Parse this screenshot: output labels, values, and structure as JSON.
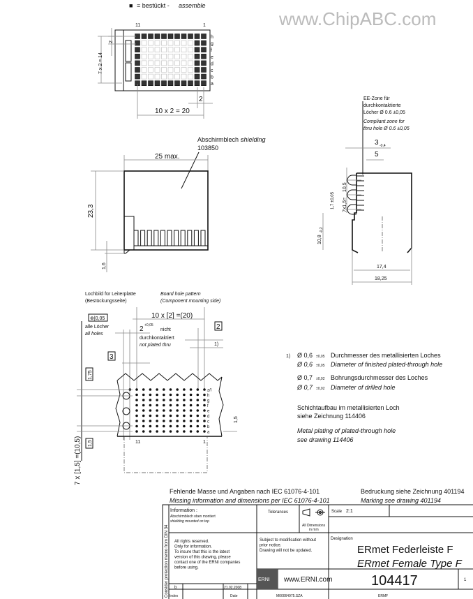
{
  "watermark": "www.ChipABC.com",
  "legend": {
    "symbol": "■",
    "text": "= bestückt - ",
    "text_en": "assemble"
  },
  "top_view": {
    "col_left": "11",
    "col_right": "1",
    "rows": [
      "h",
      "g",
      "f",
      "e",
      "d",
      "c",
      "b",
      "a"
    ],
    "dim_pitch_v": "2",
    "dim_rows": "7 x 2 = 14",
    "dim_pitch_h": "2",
    "dim_cols": "10 x 2 = 20"
  },
  "side_view": {
    "label_de": "Abschirmblech - ",
    "label_en": "shielding",
    "part_no": "103850",
    "dim_width": "25 max.",
    "dim_height": "23,3",
    "dim_offset": "1,6"
  },
  "end_view": {
    "ee_lines": [
      "EE-Zone für",
      "durchkontaktierte",
      "Löcher Ø 0.6 ±0,05"
    ],
    "ee_lines_en": [
      "Compliant zone for",
      "thru hole Ø 0.6 ±0,05"
    ],
    "dim_3": "3",
    "dim_3_tol": "-0,4",
    "dim_5": "5",
    "dim_105": "10,5",
    "dim_17": "1,7 ±0,05",
    "dim_7x15": "7x1,5=",
    "dim_108": "10,8",
    "dim_108_tol": "-0,2",
    "dim_174": "17,4",
    "dim_1825": "18,25"
  },
  "pattern": {
    "title_de": [
      "Lochbild für Leiterplatte",
      "(Bestückungsseite)"
    ],
    "title_en": [
      "Board hole pattern",
      "(Component mounting side)"
    ],
    "dim_top": "10 x [2] =(20)",
    "tol": "⊕|0,05",
    "all_holes_de": "alle Löcher",
    "all_holes_en": "all holes",
    "np_dim": "2",
    "np_tol": "+0,05",
    "np_de1": "nicht",
    "np_de2": "durchkontaktiert",
    "np_en": "not plated thru",
    "box2": "2",
    "note_ref": "1)",
    "box3": "3",
    "dim_175": "1,75",
    "dim_15_r": "1,5",
    "dim_15_l": "1,5",
    "dim_rows": "7 x [1,5] =(10,5)",
    "row_labels": [
      "z/l",
      "h",
      "g",
      "f",
      "e",
      "d",
      "c",
      "b",
      "a"
    ],
    "col_left": "11",
    "col_right": "1"
  },
  "notes": {
    "ref": "1)",
    "l1_val": "Ø 0,6",
    "l1_tol": "±0,05",
    "l1": "Durchmesser des metallisierten Loches",
    "l2_val": "Ø 0,6",
    "l2_tol": "±0,05",
    "l2": "Diameter of finished plated-through hole",
    "l3_val": "Ø 0,7",
    "l3_tol": "±0,02",
    "l3": "Bohrungsdurchmesser des Loches",
    "l4_val": "Ø 0,7",
    "l4_tol": "±0,02",
    "l4": "Diameter of drilled hole",
    "p1": "Schichtaufbau im metallisierten Loch",
    "p2": "siehe Zeichnung 114406",
    "p3": "Metal plating of plated-through hole",
    "p4": "see drawing 114406"
  },
  "title_block": {
    "missing_de": "Fehlende Masse und Angaben nach IEC 61076-4-101",
    "missing_en": "Missing information and dimensions per IEC 61076-4-101",
    "marking_de": "Bedruckung siehe Zeichnung 401194",
    "marking_en": "Marking see drawing 401194",
    "side_strip": "Consider protection memo from DIN 34",
    "info_title": "Information :",
    "info_de": "Abschirmblech oben montiert",
    "info_en": "shielding mounted on top",
    "tolerances": "Tolerances",
    "all_dims": "All Dimensions",
    "in_mm": "in mm",
    "scale_label": "Scale",
    "scale": "2:1",
    "rights": [
      "All rights reserved.",
      "Only for information.",
      "To insure that this is the latest",
      "version of this drawing, please",
      "contact one of the ERNI companies",
      "before using."
    ],
    "subject": [
      "Subject to modification without",
      "prior notice.",
      "Drawing will not be updated."
    ],
    "designation_label": "Designation",
    "designation_de": "ERmet Federleiste F",
    "designation_en": "ERmet Female Type F",
    "logo": "ERNI",
    "website": "www.ERNI.com",
    "drawing_no": "104417",
    "sheet": "1",
    "index_val": "b",
    "date_val": "21.02.2008",
    "index_label": "Index",
    "date_label": "Date",
    "file": "M00064975.SZA",
    "family": "ERMF"
  }
}
